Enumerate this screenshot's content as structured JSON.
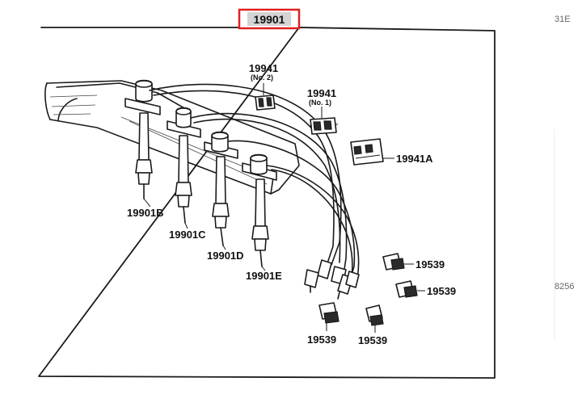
{
  "diagram": {
    "highlighted_part": "19901",
    "edge_text_top": "31E",
    "edge_text_mid": "8256",
    "labels": {
      "clamp_no2": "19941",
      "clamp_no2_sub": "(No. 2)",
      "clamp_no1": "19941",
      "clamp_no1_sub": "(No. 1)",
      "clamp_a": "19941A",
      "cord_b": "19901B",
      "cord_c": "19901C",
      "cord_d": "19901D",
      "cord_e": "19901E",
      "boot_1": "19539",
      "boot_2": "19539",
      "boot_3": "19539",
      "boot_4": "19539"
    },
    "colors": {
      "highlight": "#e02020",
      "ink": "#1a1a1a"
    }
  }
}
